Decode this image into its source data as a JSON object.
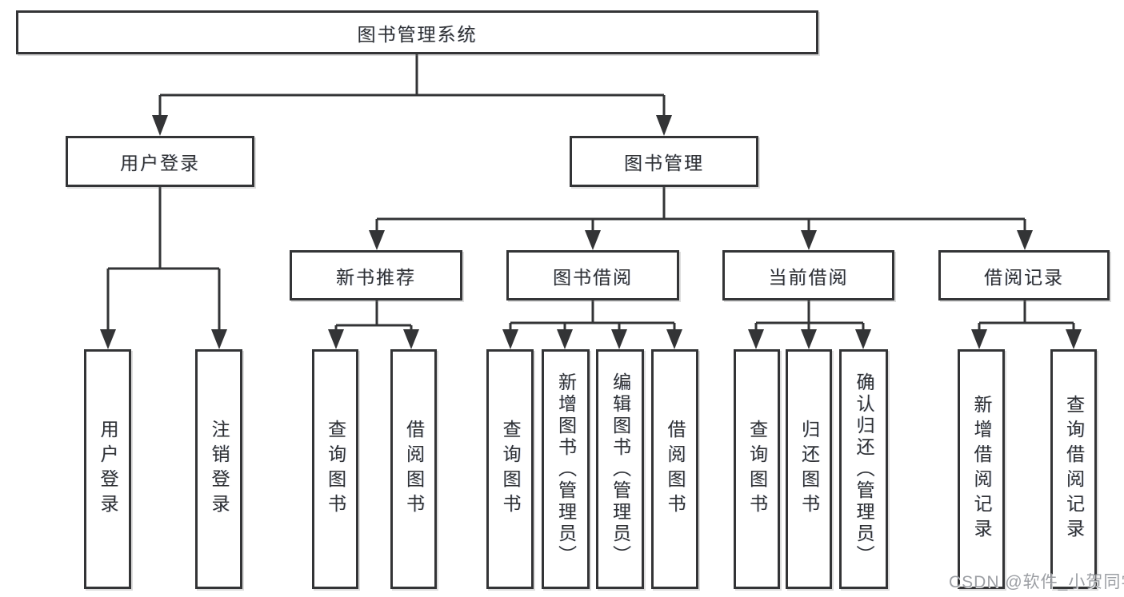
{
  "diagram_type": "hierarchy-tree",
  "tree": {
    "root": {
      "label": "图书管理系统",
      "children": [
        {
          "label": "用户登录",
          "children": [
            {
              "label": "用户登录"
            },
            {
              "label": "注销登录"
            }
          ]
        },
        {
          "label": "图书管理",
          "children": [
            {
              "label": "新书推荐",
              "children": [
                {
                  "label": "查询图书"
                },
                {
                  "label": "借阅图书"
                }
              ]
            },
            {
              "label": "图书借阅",
              "children": [
                {
                  "label": "查询图书"
                },
                {
                  "label": "新增图书（管理员）"
                },
                {
                  "label": "编辑图书（管理员）"
                },
                {
                  "label": "借阅图书"
                }
              ]
            },
            {
              "label": "当前借阅",
              "children": [
                {
                  "label": "查询图书"
                },
                {
                  "label": "归还图书"
                },
                {
                  "label": "确认归还（管理员）"
                }
              ]
            },
            {
              "label": "借阅记录",
              "children": [
                {
                  "label": "新增借阅记录"
                },
                {
                  "label": "查询借阅记录"
                }
              ]
            }
          ]
        }
      ]
    }
  },
  "watermark": {
    "text": "CSDN @软件_小贺同学"
  },
  "colors": {
    "line": "#333436",
    "text": "#2f3033",
    "background": "#ffffff",
    "watermark": "#94979c"
  }
}
